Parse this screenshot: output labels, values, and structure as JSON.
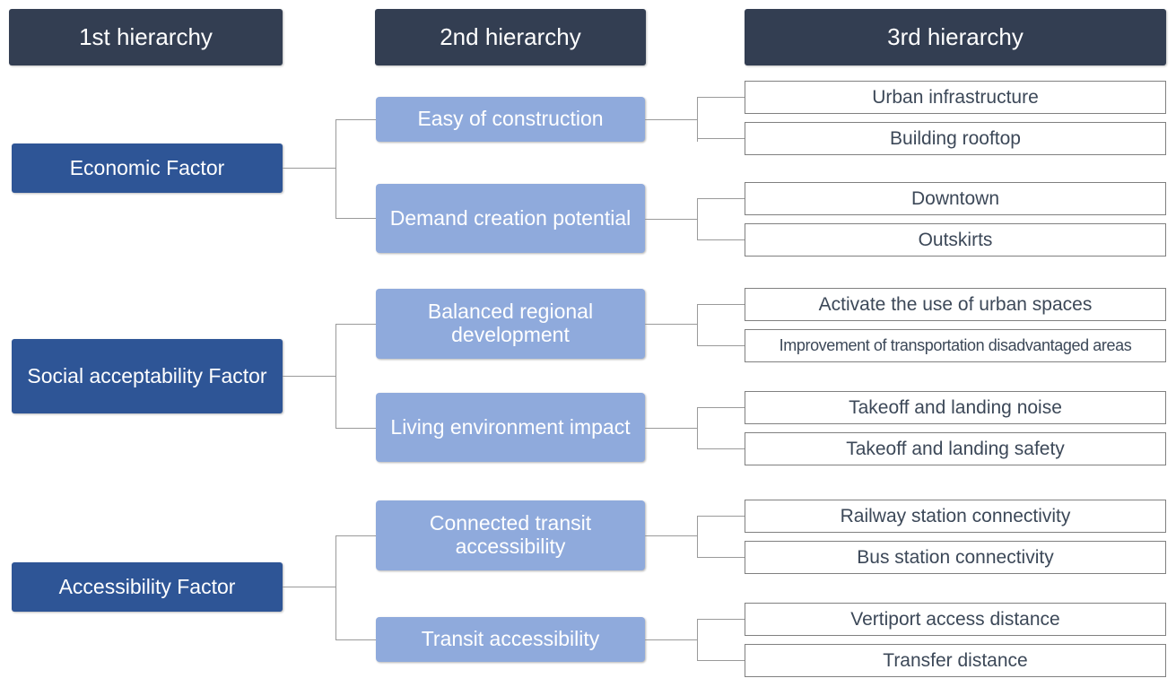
{
  "headers": [
    {
      "label": "1st hierarchy"
    },
    {
      "label": "2nd hierarchy"
    },
    {
      "label": "3rd hierarchy"
    }
  ],
  "colors": {
    "header_bg": "#333E52",
    "level1_bg": "#2E5596",
    "level2_bg": "#8FAADC",
    "level3_bg": "#FFFFFF",
    "level3_border": "#808080",
    "level3_text": "#3C4858",
    "connector": "#9A9A9A",
    "page_bg": "#FFFFFF"
  },
  "groups": [
    {
      "level1": "Economic Factor",
      "level2": [
        {
          "label": "Easy of construction",
          "level3": [
            {
              "label": "Urban infrastructure"
            },
            {
              "label": "Building rooftop"
            }
          ]
        },
        {
          "label": "Demand creation potential",
          "level3": [
            {
              "label": "Downtown"
            },
            {
              "label": "Outskirts"
            }
          ]
        }
      ]
    },
    {
      "level1": "Social acceptability Factor",
      "level2": [
        {
          "label": "Balanced regional development",
          "level3": [
            {
              "label": "Activate the use of urban spaces"
            },
            {
              "label": "Improvement of transportation disadvantaged areas"
            }
          ]
        },
        {
          "label": "Living environment impact",
          "level3": [
            {
              "label": "Takeoff and landing noise"
            },
            {
              "label": "Takeoff and landing safety"
            }
          ]
        }
      ]
    },
    {
      "level1": "Accessibility  Factor",
      "level2": [
        {
          "label": "Connected transit accessibility",
          "level3": [
            {
              "label": "Railway station connectivity"
            },
            {
              "label": "Bus station connectivity"
            }
          ]
        },
        {
          "label": "Transit accessibility",
          "level3": [
            {
              "label": "Vertiport access distance"
            },
            {
              "label": "Transfer distance"
            }
          ]
        }
      ]
    }
  ]
}
